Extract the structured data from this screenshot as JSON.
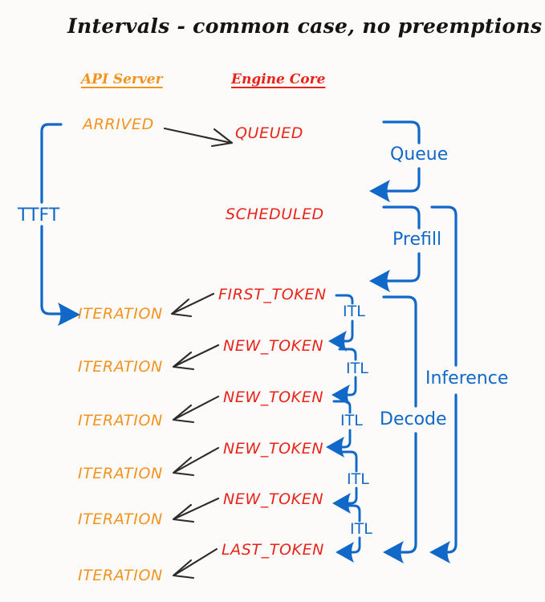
{
  "title": "Intervals - common case, no preemptions",
  "columns": [
    {
      "label": "API Server",
      "color": "#f2921f"
    },
    {
      "label": "Engine Core",
      "color": "#e8231a"
    }
  ],
  "colors": {
    "api_server": "#f2921f",
    "engine_core": "#e8231a",
    "interval": "#1068c8",
    "arrow": "#2b2b2b",
    "background": "#fdfbf9",
    "title": "#141414"
  },
  "api_states": [
    {
      "label": "ARRIVED"
    },
    {
      "label": "ITERATION"
    },
    {
      "label": "ITERATION"
    },
    {
      "label": "ITERATION"
    },
    {
      "label": "ITERATION"
    },
    {
      "label": "ITERATION"
    },
    {
      "label": "ITERATION"
    }
  ],
  "engine_states": [
    {
      "label": "QUEUED"
    },
    {
      "label": "SCHEDULED"
    },
    {
      "label": "FIRST_TOKEN"
    },
    {
      "label": "NEW_TOKEN"
    },
    {
      "label": "NEW_TOKEN"
    },
    {
      "label": "NEW_TOKEN"
    },
    {
      "label": "NEW_TOKEN"
    },
    {
      "label": "LAST_TOKEN"
    }
  ],
  "intervals": {
    "ttft": "TTFT",
    "queue": "Queue",
    "prefill": "Prefill",
    "decode": "Decode",
    "inference": "Inference",
    "itl": [
      "ITL",
      "ITL",
      "ITL",
      "ITL",
      "ITL"
    ]
  }
}
